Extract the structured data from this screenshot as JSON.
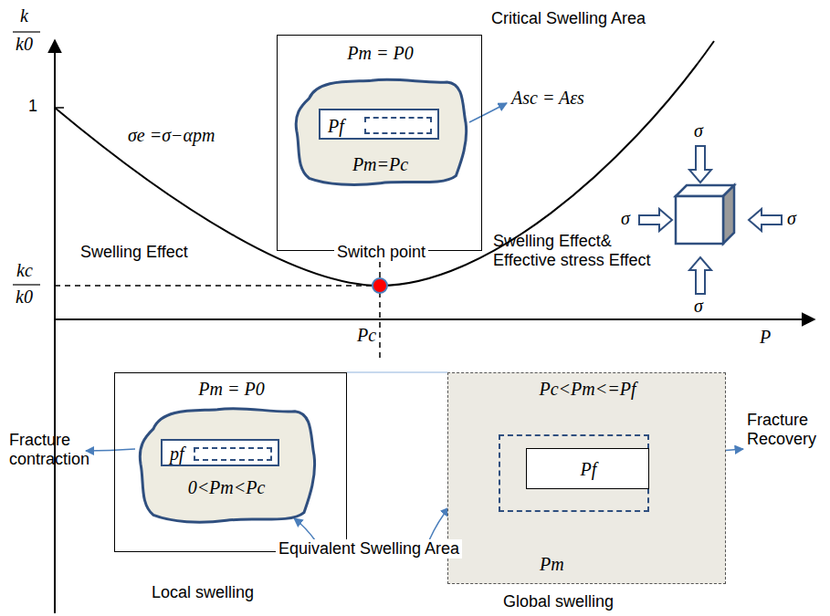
{
  "diagram": {
    "nodes": [
      {
        "text": [
          "Pm = P0"
        ]
      },
      {
        "text": [
          "Pm=Pc"
        ],
        "in": 0
      },
      {
        "text": [
          "Pf"
        ],
        "in": 1
      },
      {
        "text": [
          "Pm = P0",
          "Local swelling"
        ]
      },
      {
        "text": [
          "0<Pm<Pc"
        ],
        "in": 3
      },
      {
        "text": [
          "pf"
        ],
        "in": 4
      },
      {
        "text": [
          "Pc<Pm<=Pf",
          "Pm",
          "Global swelling"
        ]
      },
      {
        "text": [
          "Pf"
        ],
        "in": 6
      }
    ],
    "labels": [
      "k",
      "k0",
      "1",
      "kc",
      "k0",
      "σe =σ−αpm",
      "Swelling Effect",
      "Switch point",
      "Swelling Effect& Effective stress Effect",
      "Critical Swelling Area",
      "Asc = Aεs",
      "σ",
      "σ",
      "σ",
      "σ",
      "Pc",
      "P",
      "Fracture contraction",
      "Equivalent Swelling Area",
      "Fracture Recovery"
    ]
  }
}
